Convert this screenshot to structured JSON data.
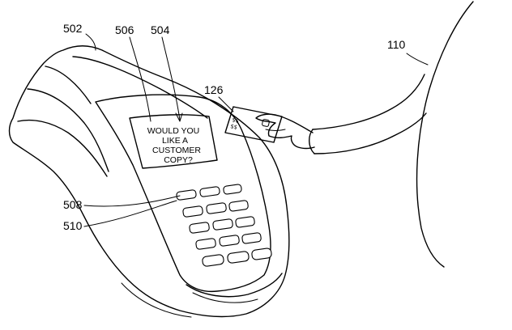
{
  "references": {
    "terminal": "502",
    "screen": "506",
    "prompt": "504",
    "keypad_top": "508",
    "keypad": "510",
    "card": "126",
    "customer": "110"
  },
  "screen_text": [
    "WOULD YOU",
    "LIKE A",
    "CUSTOMER",
    "COPY?"
  ],
  "card_text": [
    "$$",
    "$$"
  ]
}
